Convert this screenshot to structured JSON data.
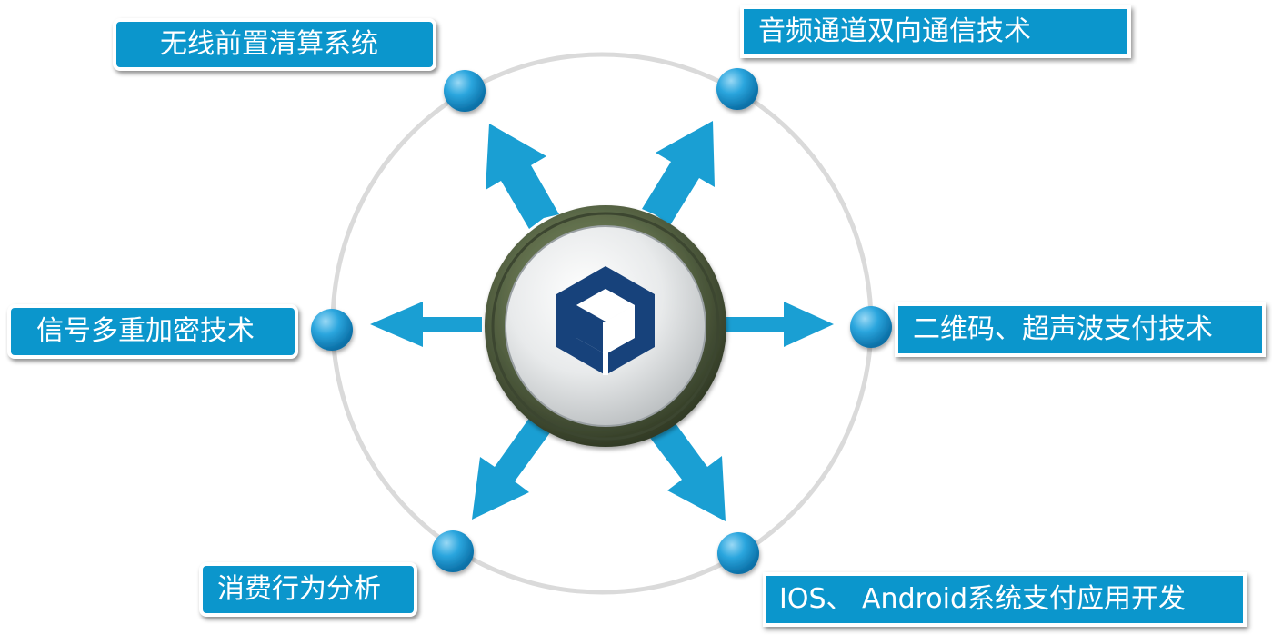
{
  "colors": {
    "accent_blue": "#0b96cc",
    "arrow_blue": "#1a9fd3",
    "ring_gray": "#dadada",
    "bezel_olive": "#5d6b49",
    "logo_navy": "#17427b",
    "text_white": "#ffffff"
  },
  "center": {
    "logo": "hexagonal-cube-logo-icon"
  },
  "labels": [
    {
      "id": "top-left",
      "text": "无线前置清算系统"
    },
    {
      "id": "top-right",
      "text": "音频通道双向通信技术"
    },
    {
      "id": "middle-left",
      "text": "信号多重加密技术"
    },
    {
      "id": "middle-right",
      "text": "二维码、超声波支付技术"
    },
    {
      "id": "bottom-left",
      "text": "消费行为分析"
    },
    {
      "id": "bottom-right",
      "text": "IOS、 Android系统支付应用开发"
    }
  ]
}
